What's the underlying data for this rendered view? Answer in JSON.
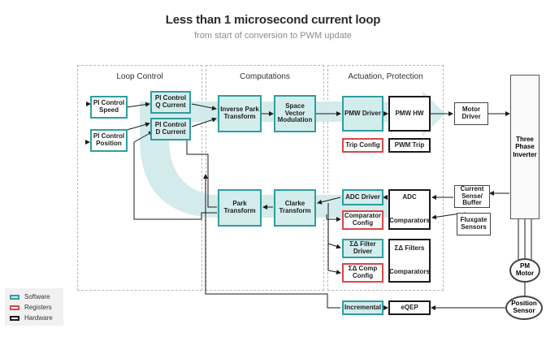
{
  "header": {
    "title": "Less than 1 microsecond current loop",
    "subtitle": "from start of conversion to PWM update"
  },
  "regions": {
    "loop_control": "Loop Control",
    "computations": "Computations",
    "actuation": "Actuation, Protection"
  },
  "blocks": {
    "pi_speed": "PI Control Speed",
    "pi_position": "PI Control Position",
    "pi_q": "PI Control Q Current",
    "pi_d": "PI Control D Current",
    "inv_park": "Inverse Park Transform",
    "svm": "Space Vector Modulation",
    "pmw_driver": "PMW Driver",
    "pmw_hw": "PMW HW",
    "trip_config": "Trip Config",
    "pwm_trip": "PWM Trip",
    "motor_driver": "Motor Driver",
    "inverter": "Three Phase Inverter",
    "park": "Park Transform",
    "clarke": "Clarke Transform",
    "adc_driver": "ADC Driver",
    "comparator_config": "Comparator Config",
    "adc_label": "ADC",
    "comparators_label": "Comparators",
    "current_sense": "Current Sense/ Buffer",
    "fluxgate": "Fluxgate Sensors",
    "sd_filter_driver": "ΣΔ Filter Driver",
    "sd_filters": "ΣΔ Filters",
    "sd_comp_config": "ΣΔ Comp Config",
    "sd_comparators": "Comparators",
    "pm_motor": "PM Motor",
    "incremental": "Incremental",
    "eqep": "eQEP",
    "position_sensor": "Position Sensor"
  },
  "legend": {
    "items": [
      {
        "label": "Software",
        "color": "#2f9e9e"
      },
      {
        "label": "Registers",
        "color": "#d6474d"
      },
      {
        "label": "Hardware",
        "color": "#1a1a1a"
      }
    ]
  },
  "colors": {
    "loop_arrow": "#cfe9ea",
    "software": "#2f9e9e",
    "register": "#d6474d",
    "hardware": "#1a1a1a"
  }
}
